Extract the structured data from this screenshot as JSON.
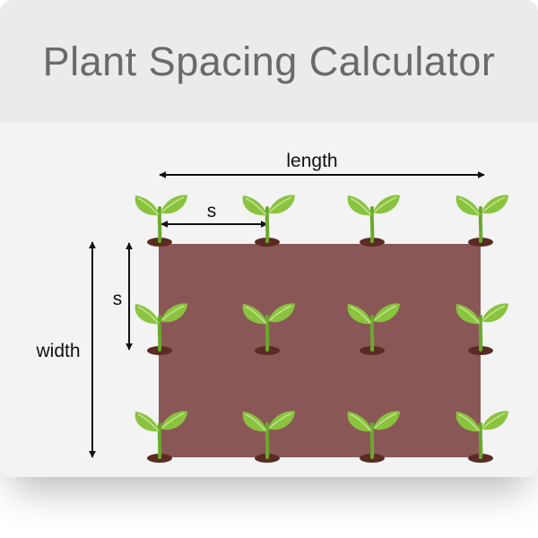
{
  "title": "Plant Spacing Calculator",
  "labels": {
    "length": "length",
    "width": "width",
    "spacing_horizontal": "s",
    "spacing_vertical": "s"
  },
  "grid": {
    "rows": 3,
    "columns": 4
  },
  "colors": {
    "plot_fill": "#8a5757",
    "leaf": "#8ac43f",
    "leaf_vein": "#c9e59b",
    "stem": "#6aa82c",
    "soil": "#5a2b22",
    "arrow": "#111111",
    "title_text": "#6a6a6a"
  },
  "icons": [
    "seedling-icon"
  ]
}
